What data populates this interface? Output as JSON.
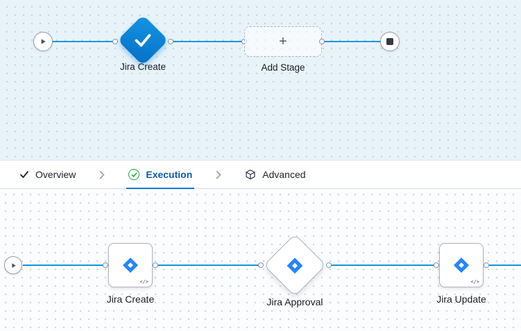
{
  "pipeline": {
    "selected_stage": {
      "label": "Jira Create"
    },
    "add_stage": {
      "label": "Add Stage",
      "plus": "+"
    }
  },
  "tabs": {
    "overview": {
      "label": "Overview"
    },
    "execution": {
      "label": "Execution"
    },
    "advanced": {
      "label": "Advanced"
    }
  },
  "execution": {
    "steps": [
      {
        "label": "Jira Create",
        "shape": "square"
      },
      {
        "label": "Jira Approval",
        "shape": "diamond"
      },
      {
        "label": "Jira Update",
        "shape": "square"
      }
    ],
    "code_badge": "</>"
  },
  "colors": {
    "accent_blue": "#0278d5",
    "connector_blue": "#0d96dd",
    "success_green": "#1ea33c",
    "jira_blue": "#2684FF"
  }
}
